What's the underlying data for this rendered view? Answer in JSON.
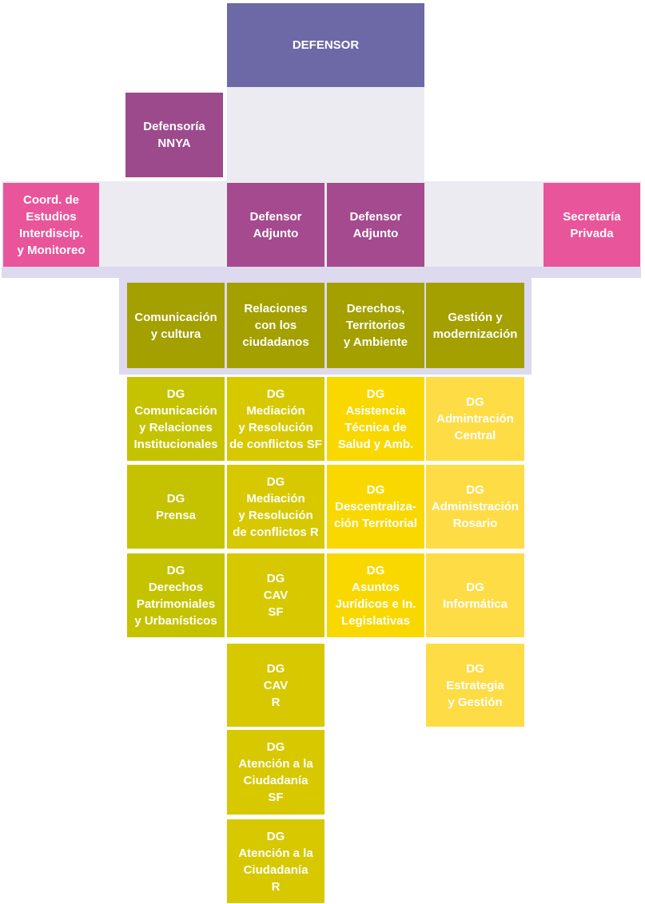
{
  "top": {
    "defensor": "DEFENSOR",
    "nnya": "Defensoría\nNNYA",
    "coord": "Coord. de\nEstudios\nInterdiscip.\ny Monitoreo",
    "adjunto_1": "Defensor\nAdjunto",
    "adjunto_2": "Defensor\nAdjunto",
    "secretaria": "Secretaría\nPrivada"
  },
  "areas": [
    "Comunicación\ny cultura",
    "Relaciones\ncon los\nciudadanos",
    "Derechos,\nTerritorios\ny Ambiente",
    "Gestión y\nmodernización"
  ],
  "columns": [
    [
      "DG\nComunicación\ny Relaciones\nInstitucionales",
      "DG\nPrensa",
      "DG\nDerechos\nPatrimoniales\ny Urbanísticos"
    ],
    [
      "DG\nMediación\ny Resolución\nde conflictos SF",
      "DG\nMediación\ny Resolución\nde conflictos R",
      "DG\nCAV\nSF",
      "DG\nCAV\nR",
      "DG\nAtención a la\nCiudadanía\nSF",
      "DG\nAtención a la\nCiudadanía\nR"
    ],
    [
      "DG\nAsistencia\nTécnica de\nSalud y Amb.",
      "DG\nDescentraliza-\nción Territorial",
      "DG\nAsuntos\nJurídicos e In.\nLegislativas"
    ],
    [
      "DG\nAdmintración\nCentral",
      "DG\nAdministración\nRosario",
      "DG\nInformática",
      "DG\nEstrategia\ny Gestión"
    ]
  ],
  "colors": {
    "defensor": "#6c69a6",
    "nnya": "#9c4a8c",
    "adjunto": "#a54a8e",
    "pink": "#e8559a",
    "area": "#a3a000",
    "col1": "#c5c300",
    "col2": "#d7c800",
    "col3": "#f9d800",
    "col4": "#fedc45",
    "band": "#ecebf1",
    "band_line": "#ddd9ef"
  }
}
